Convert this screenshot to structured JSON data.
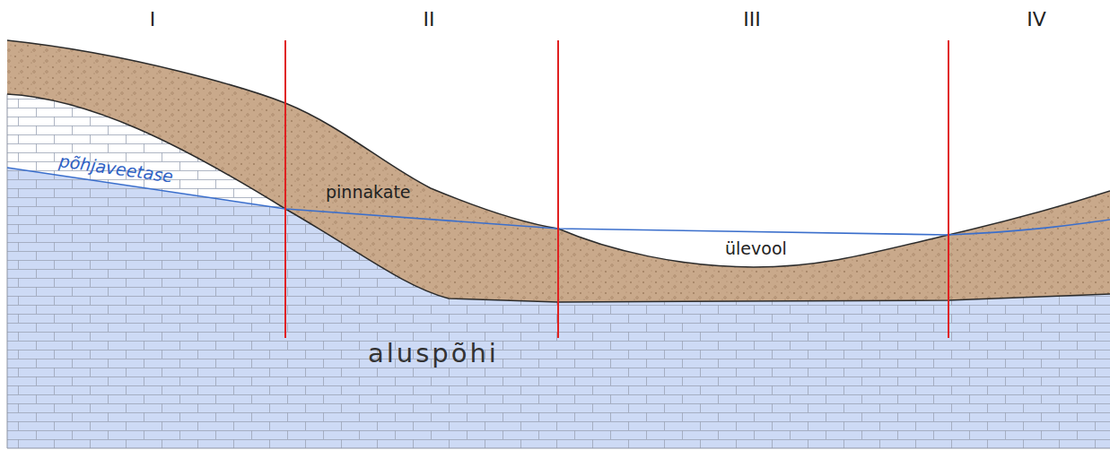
{
  "diagram": {
    "labels": [
      "I",
      "II",
      "III",
      "IV",
      "põhjaveetase",
      "pinnakate",
      "ülevool",
      "aluspõhi"
    ]
  }
}
